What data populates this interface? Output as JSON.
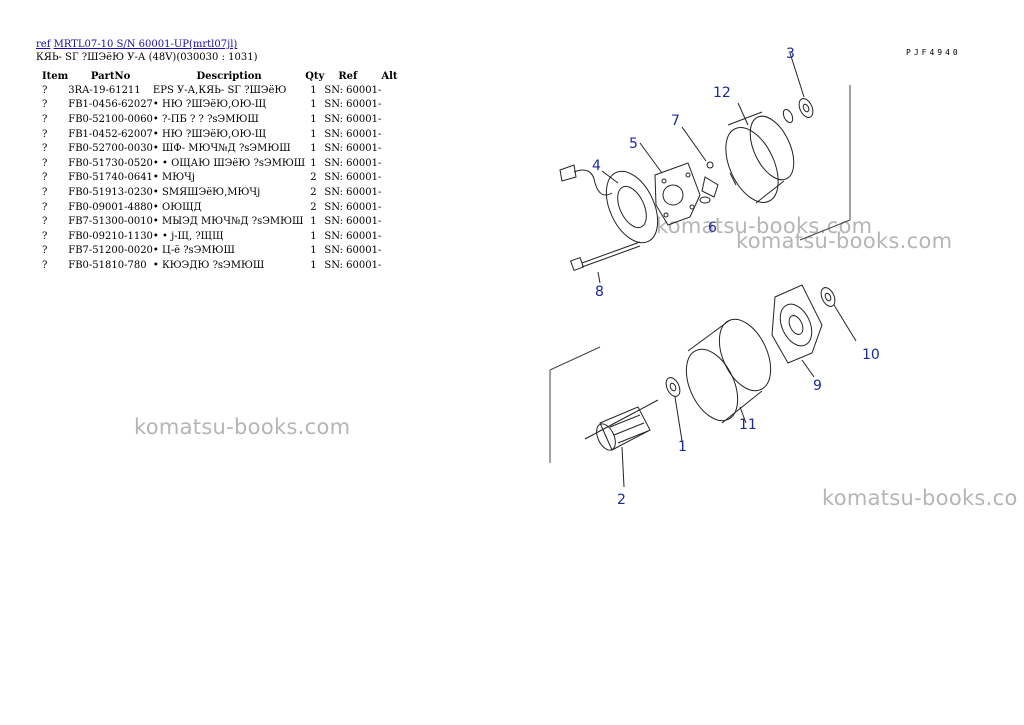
{
  "header": {
    "ref_label": "ref",
    "ref_link": "MRTL07-10 S/N 60001-UP(mrtl07jl)",
    "subtitle": "КЯЬ- SГ ?ШЭёЮ У-А (48V)(030030 : 1031)"
  },
  "table": {
    "columns": [
      "Item",
      "PartNo",
      "Description",
      "Qty",
      "Ref",
      "Alt"
    ],
    "rows": [
      {
        "item": "?",
        "part": "3RA-19-61211",
        "desc": "EPS У-А,КЯЬ- SГ ?ШЭёЮ",
        "qty": "1",
        "ref": "SN: 60001-",
        "alt": ""
      },
      {
        "item": "?",
        "part": "FB1-0456-62027",
        "desc": "• НЮ ?ШЭёЮ,ОЮ-Щ",
        "qty": "1",
        "ref": "SN: 60001-",
        "alt": ""
      },
      {
        "item": "?",
        "part": "FB0-52100-0060",
        "desc": "• ?-ПБ ? ? ?sЭМЮШ",
        "qty": "1",
        "ref": "SN: 60001-",
        "alt": ""
      },
      {
        "item": "?",
        "part": "FB1-0452-62007",
        "desc": "• НЮ ?ШЭёЮ,ОЮ-Щ",
        "qty": "1",
        "ref": "SN: 60001-",
        "alt": ""
      },
      {
        "item": "?",
        "part": "FB0-52700-0030",
        "desc": "• ШФ- МЮЧ№Д ?sЭМЮШ",
        "qty": "1",
        "ref": "SN: 60001-",
        "alt": ""
      },
      {
        "item": "?",
        "part": "FB0-51730-0520",
        "desc": "• • ОЩАЮ ШЭёЮ ?sЭМЮШ",
        "qty": "1",
        "ref": "SN: 60001-",
        "alt": ""
      },
      {
        "item": "?",
        "part": "FB0-51740-0641",
        "desc": "• МЮЧј",
        "qty": "2",
        "ref": "SN: 60001-",
        "alt": ""
      },
      {
        "item": "?",
        "part": "FB0-51913-0230",
        "desc": "• SМЯШЭёЮ,МЮЧј",
        "qty": "2",
        "ref": "SN: 60001-",
        "alt": ""
      },
      {
        "item": "?",
        "part": "FB0-09001-4880",
        "desc": "• ОЮЩД",
        "qty": "2",
        "ref": "SN: 60001-",
        "alt": ""
      },
      {
        "item": "?",
        "part": "FB7-51300-0010",
        "desc": "• МЫЭД МЮЧ№Д ?sЭМЮШ",
        "qty": "1",
        "ref": "SN: 60001-",
        "alt": ""
      },
      {
        "item": "?",
        "part": "FB0-09210-1130",
        "desc": "• • ј-Щ, ?ЩЩ",
        "qty": "1",
        "ref": "SN: 60001-",
        "alt": ""
      },
      {
        "item": "?",
        "part": "FB7-51200-0020",
        "desc": "• Ц-ё ?sЭМЮШ",
        "qty": "1",
        "ref": "SN: 60001-",
        "alt": ""
      },
      {
        "item": "?",
        "part": "FB0-51810-780",
        "desc": "• КЮЭДЮ ?sЭМЮШ",
        "qty": "1",
        "ref": "SN: 60001-",
        "alt": ""
      }
    ]
  },
  "watermark": "komatsu-books.com",
  "watermark_cut": "komatsu-books.co",
  "diagram": {
    "code": "PJF4940",
    "callouts": [
      "1",
      "2",
      "3",
      "4",
      "5",
      "6",
      "7",
      "8",
      "9",
      "10",
      "11",
      "12"
    ]
  }
}
